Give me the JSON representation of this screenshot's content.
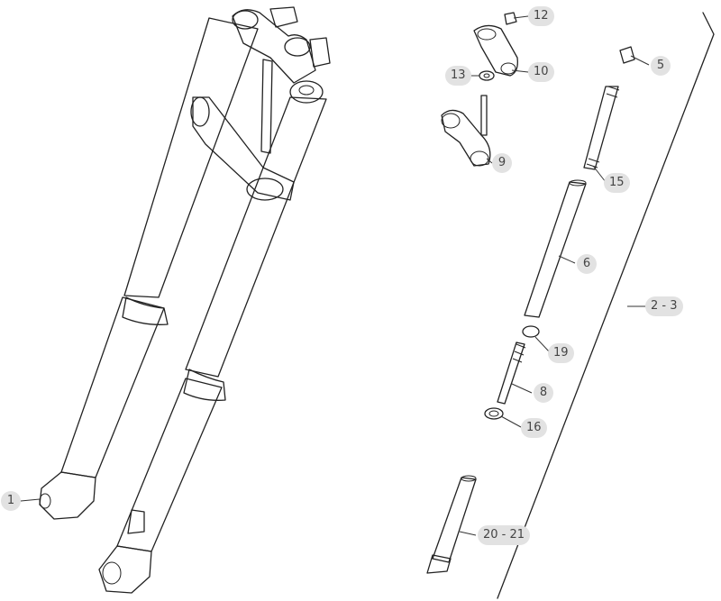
{
  "callouts": {
    "c1": "1",
    "c12": "12",
    "c10": "10",
    "c13": "13",
    "c5": "5",
    "c9": "9",
    "c15": "15",
    "c6": "6",
    "c23": "2 - 3",
    "c19": "19",
    "c8": "8",
    "c16": "16",
    "c2021": "20 - 21"
  }
}
